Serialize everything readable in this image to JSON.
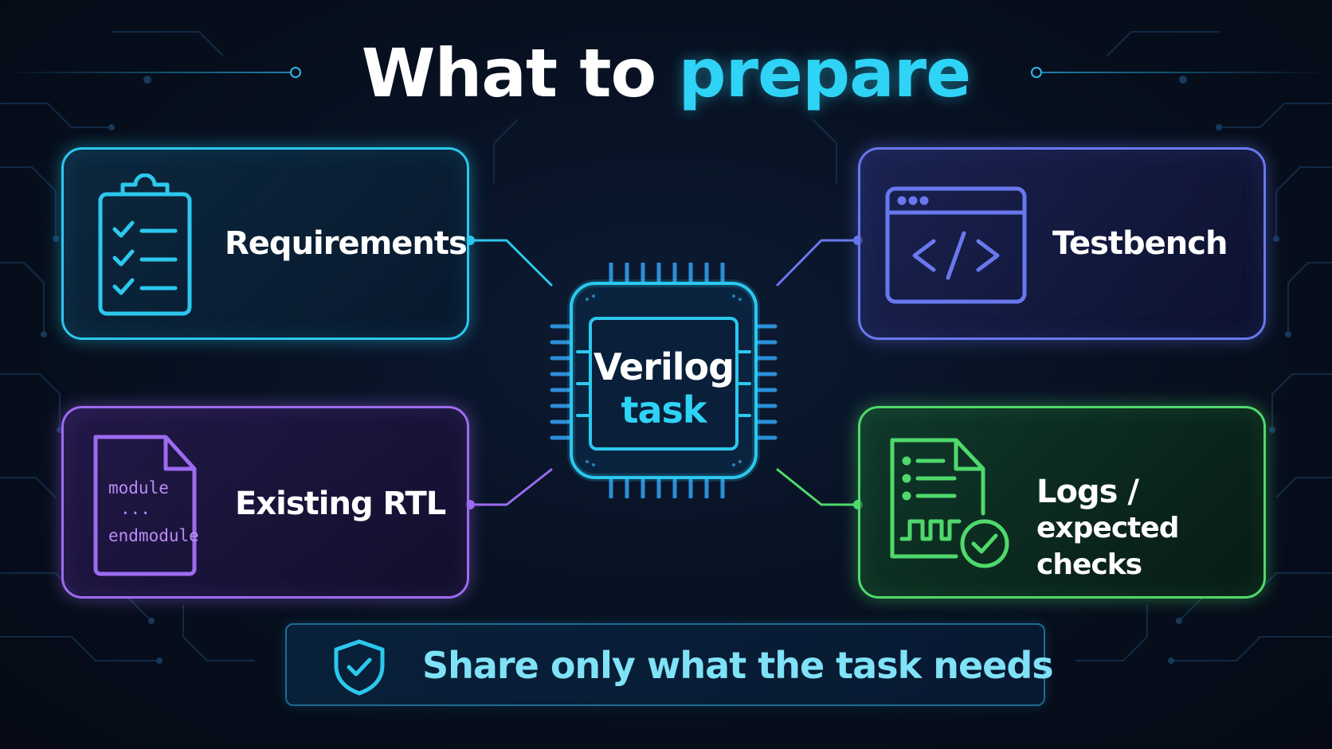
{
  "title": {
    "part1": "What to ",
    "part2": "prepare"
  },
  "center": {
    "line1": "Verilog",
    "line2": "task"
  },
  "cards": {
    "requirements": {
      "label": "Requirements"
    },
    "testbench": {
      "label": "Testbench"
    },
    "existing_rtl": {
      "label": "Existing RTL",
      "code_lines": [
        "module",
        "...",
        "endmodule"
      ]
    },
    "logs": {
      "line1": "Logs /",
      "line2": "expected checks"
    }
  },
  "footer": {
    "text": "Share only what the task needs"
  },
  "icons": {
    "requirements": "clipboard-checklist-icon",
    "testbench": "code-window-icon",
    "existing_rtl": "code-file-icon",
    "logs": "log-waveform-check-icon",
    "footer": "shield-check-icon"
  },
  "colors": {
    "cyan": "#2cc8ee",
    "indigo": "#6a78ef",
    "purple": "#9d6bf0",
    "green": "#4fd96b",
    "title_accent": "#2fd3f5"
  }
}
